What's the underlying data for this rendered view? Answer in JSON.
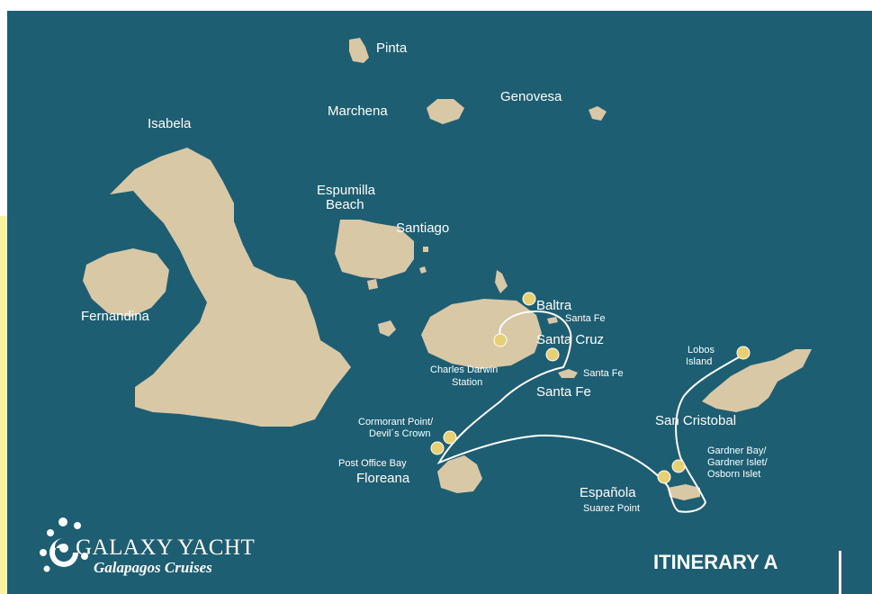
{
  "colors": {
    "sea": "#1d5e72",
    "land": "#d9c8a6",
    "route": "#ffffff",
    "marker": "#e7cf73",
    "label": "#ffffff",
    "accent_left": "#f7f1a0"
  },
  "islands": {
    "pinta": "Pinta",
    "marchena": "Marchena",
    "genovesa": "Genovesa",
    "isabela": "Isabela",
    "fernandina": "Fernandina",
    "espumilla_line1": "Espumilla",
    "espumilla_line2": "Beach",
    "santiago": "Santiago",
    "baltra": "Baltra",
    "santa_cruz": "Santa Cruz",
    "santa_fe": "Santa Fe",
    "floreana": "Floreana",
    "espanola": "Española",
    "san_cristobal": "San Cristobal"
  },
  "sites": {
    "santa_fe_north": "Santa Fe",
    "santa_fe_south": "Santa Fe",
    "charles_darwin_line1": "Charles Darwin",
    "charles_darwin_line2": "Station",
    "lobos_line1": "Lobos",
    "lobos_line2": "Island",
    "cormorant_line1": "Cormorant Point/",
    "cormorant_line2": "Devil´s Crown",
    "post_office": "Post Office Bay",
    "gardner_line1": "Gardner Bay/",
    "gardner_line2": "Gardner Islet/",
    "gardner_line3": "Osborn Islet",
    "suarez": "Suarez Point"
  },
  "brand": {
    "name": "GALAXY YACHT",
    "tagline": "Galapagos Cruises",
    "logo_icon": "turtle-swirl-icon"
  },
  "itinerary_label": "ITINERARY A"
}
